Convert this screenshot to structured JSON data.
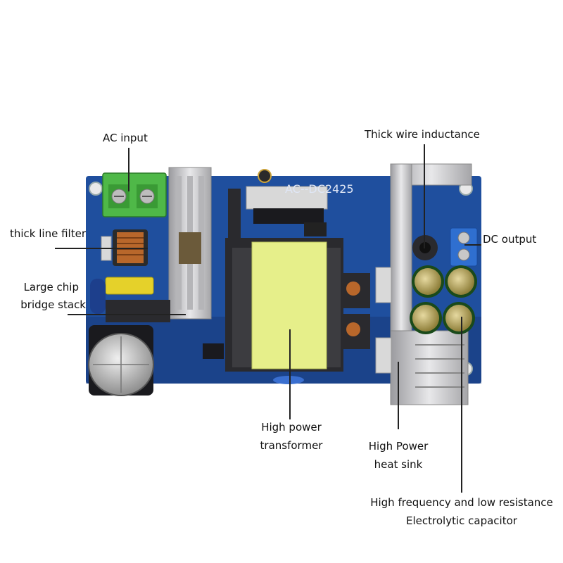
{
  "board": {
    "silkscreen": "AC--DC2425",
    "colors": {
      "pcb": "#1f4f9e",
      "pcb_dark": "#173b7a",
      "terminal_green": "#4fb848",
      "terminal_blue": "#2f6fd0",
      "transformer_tape": "#e6ef8a",
      "heatsink": "#c9c9cc",
      "capacitor_gold": "#bfae62"
    }
  },
  "labels": {
    "ac_input": "AC input",
    "thick_line_filter": "thick line filter",
    "bridge_line1": "Large chip",
    "bridge_line2": "bridge stack",
    "thick_wire_inductance": "Thick wire inductance",
    "dc_output": "DC output",
    "transformer_line1": "High power",
    "transformer_line2": "transformer",
    "heatsink_line1": "High Power",
    "heatsink_line2": "heat sink",
    "capacitor_line1": "High frequency and low resistance",
    "capacitor_line2": "Electrolytic capacitor"
  }
}
